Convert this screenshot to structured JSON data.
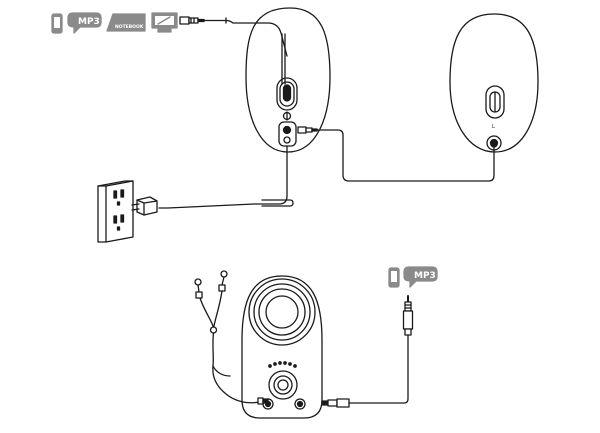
{
  "top_source_icons": {
    "mp3_badge": "MP3",
    "notebook_label": "NOTEBOOK"
  },
  "right_speaker": {
    "side_label": "L"
  },
  "bottom_source_icons": {
    "mp3_badge": "MP3"
  },
  "colors": {
    "line": "#1a1a1a",
    "icon_fill": "#8a8a8a",
    "icon_dark": "#555555"
  },
  "icons": [
    "phone-icon",
    "mp3-player-icon",
    "notebook-icon",
    "monitor-icon",
    "wall-outlet-icon",
    "power-adapter-icon",
    "earphones-icon",
    "audio-jack-icon",
    "speaker-icon"
  ]
}
